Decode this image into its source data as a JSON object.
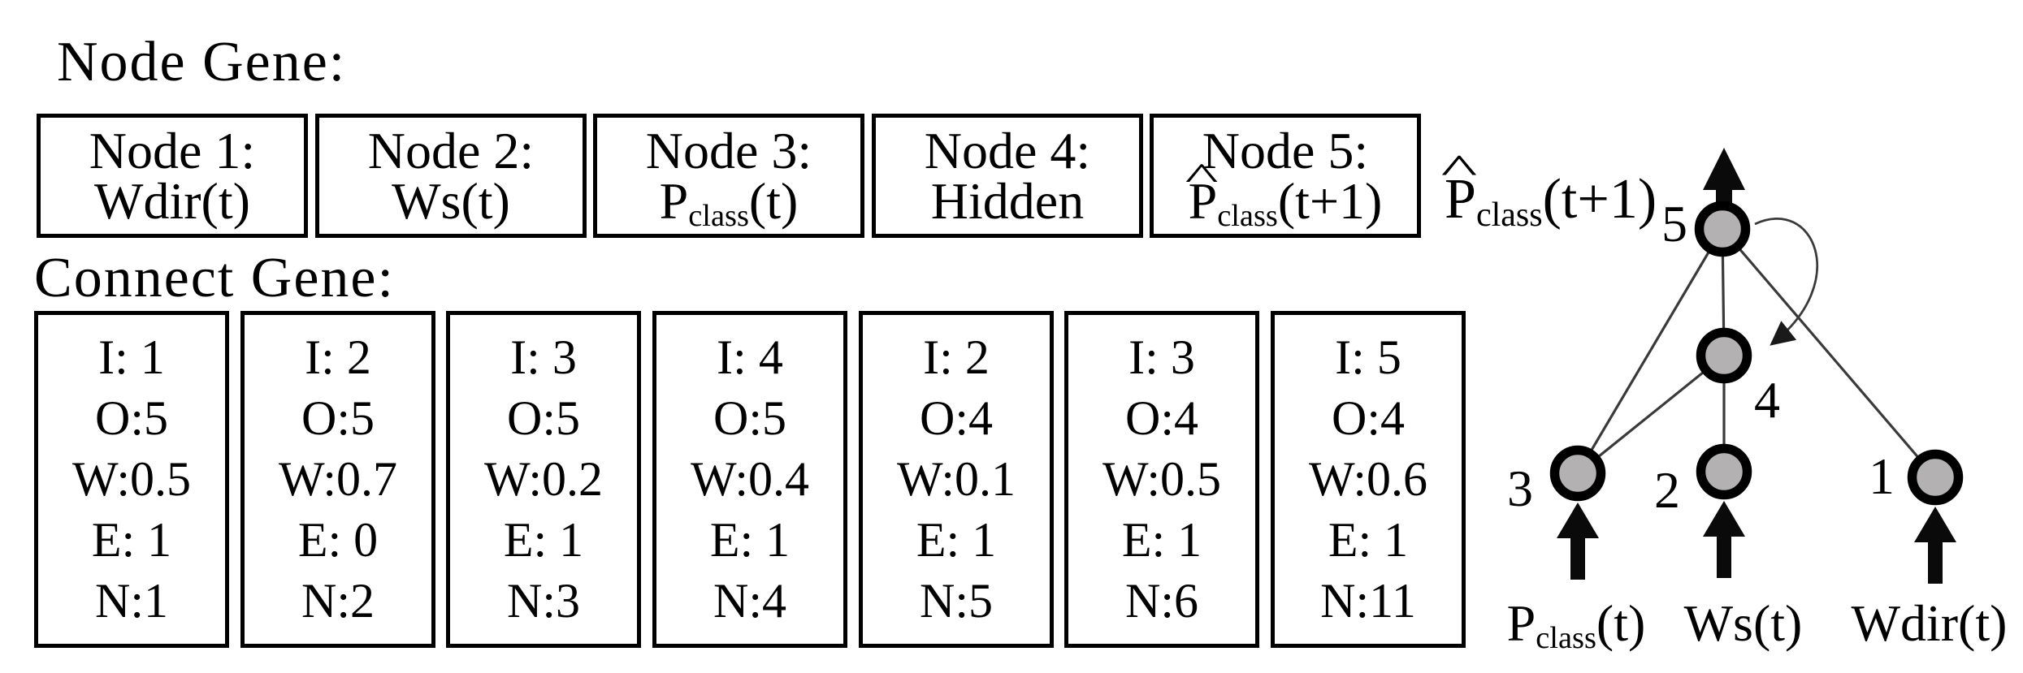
{
  "node_gene_section": {
    "title": "Node Gene:"
  },
  "connect_gene_section": {
    "title": "Connect Gene:"
  },
  "node_genes": [
    {
      "title": "Node 1:",
      "label": "Wdir(t)"
    },
    {
      "title": "Node 2:",
      "label": "Ws(t)"
    },
    {
      "title": "Node 3:",
      "label_base": "P",
      "label_sub": "class",
      "label_suffix": "(t)"
    },
    {
      "title": "Node 4:",
      "label": "Hidden"
    },
    {
      "title": "Node 5:",
      "label_hat": "^",
      "label_base": "P",
      "label_sub": "class",
      "label_suffix": "(t+1)"
    }
  ],
  "connect_genes": [
    {
      "in": "I: 1",
      "out": "O:5",
      "weight": "W:0.5",
      "enabled": "E: 1",
      "innovation": "N:1"
    },
    {
      "in": "I: 2",
      "out": "O:5",
      "weight": "W:0.7",
      "enabled": "E: 0",
      "innovation": "N:2"
    },
    {
      "in": "I: 3",
      "out": "O:5",
      "weight": "W:0.2",
      "enabled": "E: 1",
      "innovation": "N:3"
    },
    {
      "in": "I: 4",
      "out": "O:5",
      "weight": "W:0.4",
      "enabled": "E: 1",
      "innovation": "N:4"
    },
    {
      "in": "I: 2",
      "out": "O:4",
      "weight": "W:0.1",
      "enabled": "E: 1",
      "innovation": "N:5"
    },
    {
      "in": "I: 3",
      "out": "O:4",
      "weight": "W:0.5",
      "enabled": "E: 1",
      "innovation": "N:6"
    },
    {
      "in": "I: 5",
      "out": "O:4",
      "weight": "W:0.6",
      "enabled": "E: 1",
      "innovation": "N:11"
    }
  ],
  "network": {
    "output_label": {
      "hat": "^",
      "base": "P",
      "sub": "class",
      "suffix": "(t+1)"
    },
    "node_numbers": {
      "n1": "1",
      "n2": "2",
      "n3": "3",
      "n4": "4",
      "n5": "5"
    },
    "input_labels": {
      "node3": {
        "base": "P",
        "sub": "class",
        "suffix": "(t)"
      },
      "node2": "Ws(t)",
      "node1": "Wdir(t)"
    },
    "colors": {
      "node_fill": "#b3b1b1",
      "node_stroke": "#000000",
      "edge": "#3a3a3a"
    }
  }
}
